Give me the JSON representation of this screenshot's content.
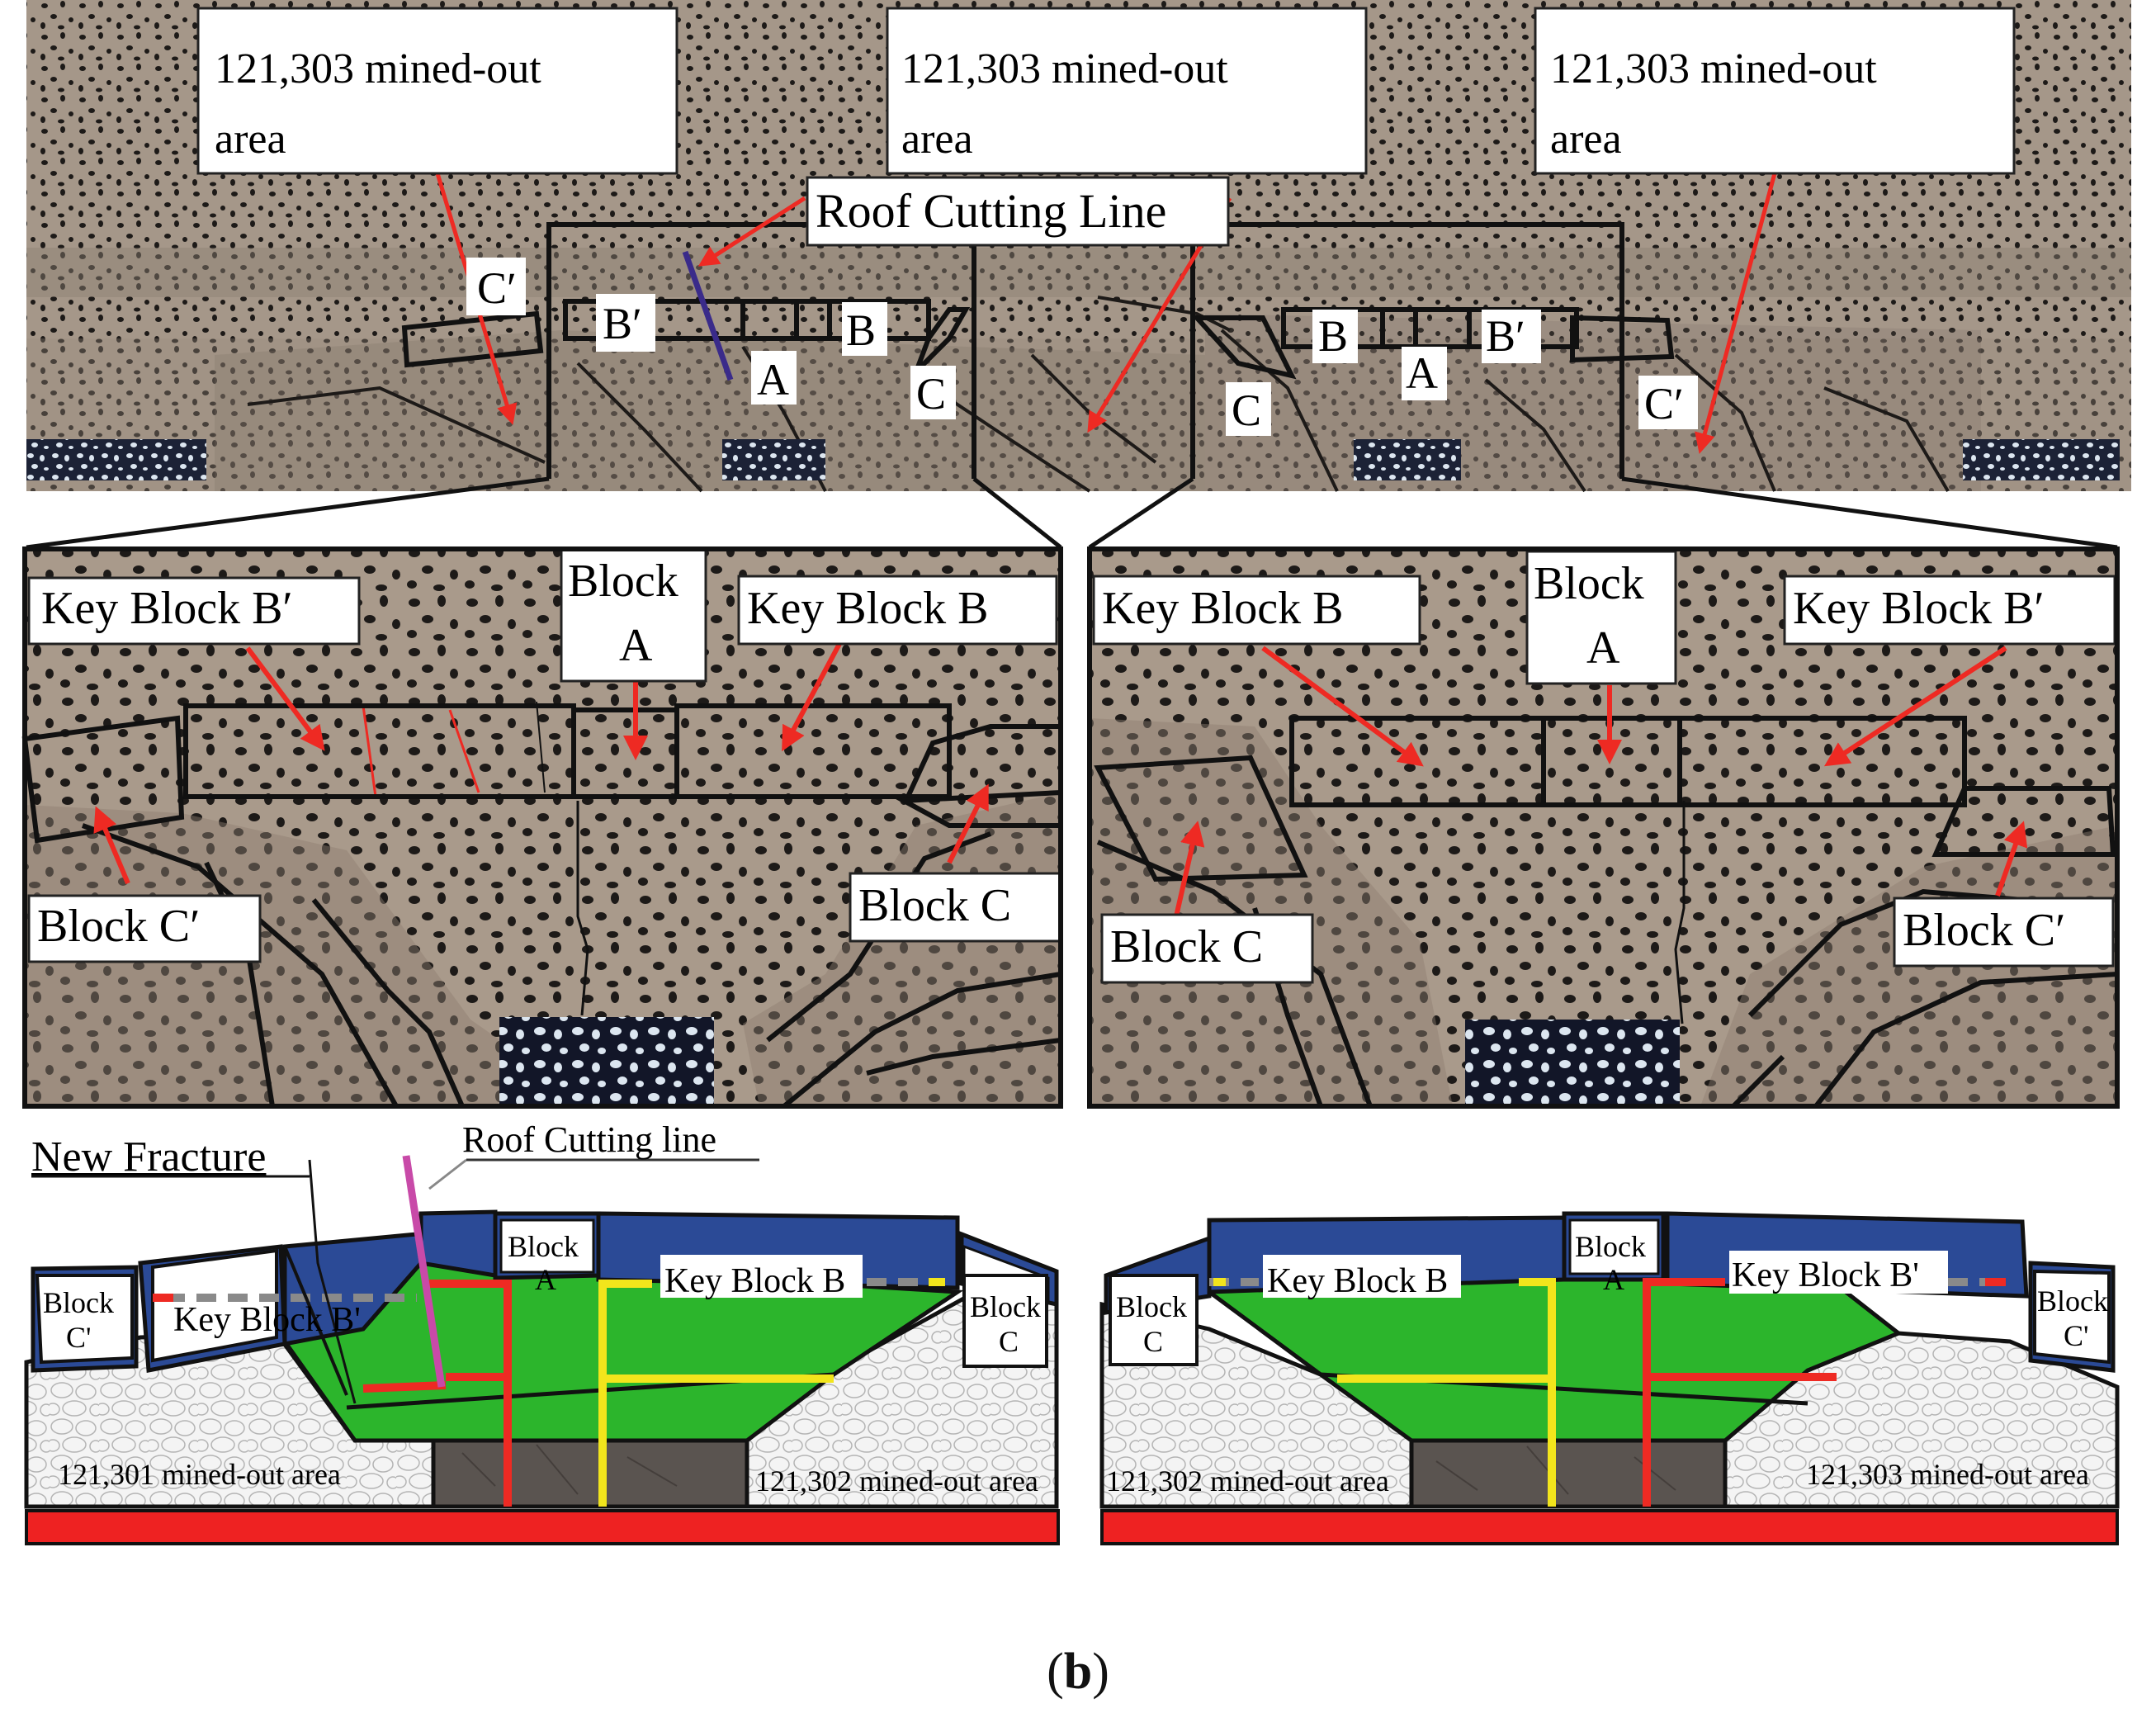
{
  "top_panel": {
    "area_labels": [
      "121,303 mined-out area",
      "121,303 mined-out area",
      "121,303 mined-out area"
    ],
    "roof_cutting_label": "Roof Cutting Line",
    "blocks_left": {
      "c_prime": "C′",
      "b_prime": "B′",
      "b": "B",
      "a": "A",
      "c": "C"
    },
    "blocks_right": {
      "b": "B",
      "a": "A",
      "b_prime": "B′",
      "c": "C",
      "c_prime": "C′"
    }
  },
  "zoom_left": {
    "key_block_b_prime": "Key Block B′",
    "block_a_line1": "Block",
    "block_a_line2": "A",
    "key_block_b": "Key Block B",
    "block_c_prime": "Block C′",
    "block_c": "Block C"
  },
  "zoom_right": {
    "key_block_b": "Key Block B",
    "block_a_line1": "Block",
    "block_a_line2": "A",
    "key_block_b_prime": "Key Block B′",
    "block_c": "Block C",
    "block_c_prime": "Block C′"
  },
  "schematic_left": {
    "new_fracture": "New Fracture",
    "roof_cutting_line": "Roof Cutting line",
    "block_c_prime_line1": "Block",
    "block_c_prime_line2": "C'",
    "key_block_b_prime": "Key Block B'",
    "block_a_line1": "Block",
    "block_a_line2": "A",
    "key_block_b": "Key Block B",
    "block_c_line1": "Block",
    "block_c_line2": "C",
    "area_left": "121,301 mined-out area",
    "area_right": "121,302 mined-out area"
  },
  "schematic_right": {
    "block_c_line1": "Block",
    "block_c_line2": "C",
    "key_block_b": "Key Block B",
    "block_a_line1": "Block",
    "block_a_line2": "A",
    "key_block_b_prime": "Key Block B'",
    "block_c_prime_line1": "Block",
    "block_c_prime_line2": "C'",
    "area_left": "121,302 mined-out area",
    "area_right": "121,303 mined-out area"
  },
  "caption_letter": "b",
  "colors": {
    "rock": "#a39486",
    "rock_light": "#b8aa9c",
    "speckle": "#1d1a18",
    "coal": "#2a3046",
    "coal_dot": "#dce6f0",
    "arrow": "#ee2a23",
    "blue_block": "#2b4a96",
    "green_zone": "#2cb52c",
    "red_line": "#ee2a23",
    "yellow_line": "#f2e51c",
    "magenta_line": "#c84aa8",
    "purple_line": "#3a2b8a",
    "dark_pillar": "#5a5450",
    "gob_fill": "#f0f0f0",
    "floor": "#ee2222"
  }
}
